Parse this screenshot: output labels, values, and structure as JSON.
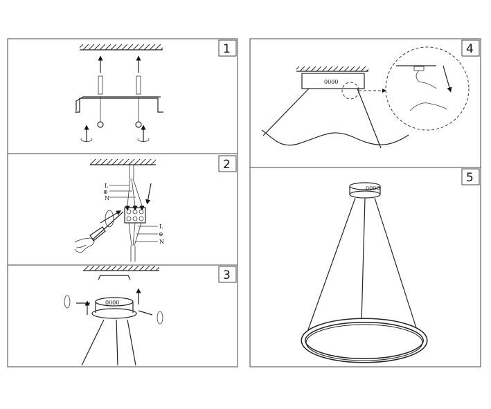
{
  "steps": [
    {
      "number": "1"
    },
    {
      "number": "2",
      "wire_labels_top": [
        "L",
        "⊕",
        "N"
      ],
      "wire_labels_bottom": [
        "L",
        "⊕",
        "N"
      ]
    },
    {
      "number": "3"
    },
    {
      "number": "4",
      "canopy_marking": "0000"
    },
    {
      "number": "5",
      "canopy_marking": "0000"
    }
  ],
  "colors": {
    "line": "#222222",
    "frame": "#444444",
    "background": "#ffffff"
  }
}
